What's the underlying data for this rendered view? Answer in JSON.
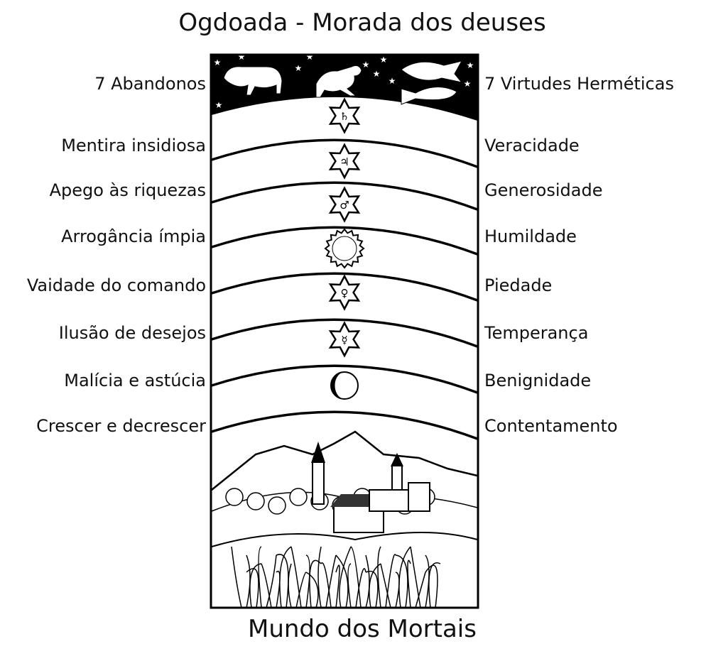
{
  "title_top": "Ogdoada - Morada dos deuses",
  "title_bottom": "Mundo dos Mortais",
  "left_header": "7 Abandonos",
  "right_header": "7 Virtudes Herméticas",
  "left_labels": [
    "Mentira insidiosa",
    "Apego às riquezas",
    "Arrogância ímpia",
    "Vaidade do comando",
    "Ilusão de desejos",
    "Malícia e astúcia",
    "Crescer e decrescer"
  ],
  "right_labels": [
    "Veracidade",
    "Generosidade",
    "Humildade",
    "Piedade",
    "Temperança",
    "Benignidade",
    "Contentamento"
  ],
  "spheres": [
    {
      "planet": "saturn",
      "symbol": "♄"
    },
    {
      "planet": "jupiter",
      "symbol": "♃"
    },
    {
      "planet": "mars",
      "symbol": "♂"
    },
    {
      "planet": "sun",
      "symbol": ""
    },
    {
      "planet": "venus",
      "symbol": "♀"
    },
    {
      "planet": "mercury",
      "symbol": "☿"
    },
    {
      "planet": "moon",
      "symbol": ""
    }
  ],
  "zodiac": [
    "taurus-icon",
    "aries-icon",
    "pisces-icon"
  ]
}
